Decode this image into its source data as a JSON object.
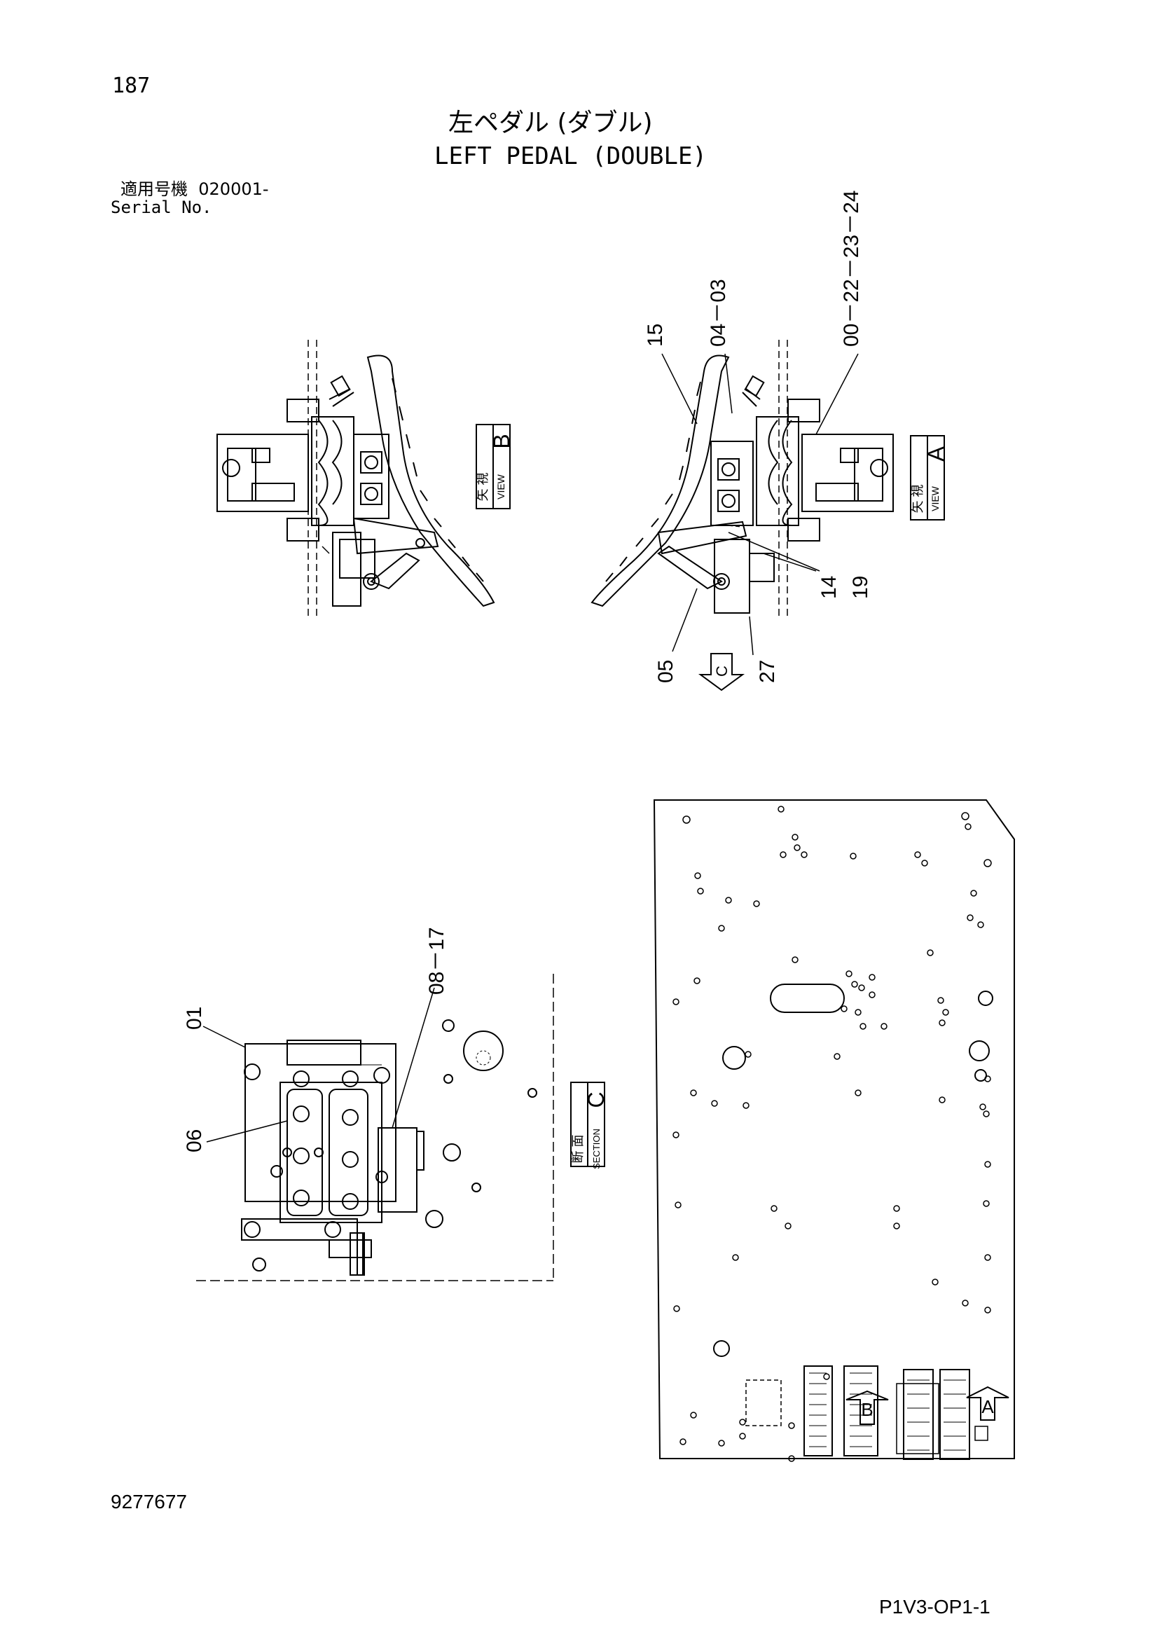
{
  "header": {
    "page_number": "187",
    "title_jp": "左ペダル (ダブル)",
    "title_en": "LEFT PEDAL (DOUBLE)",
    "serial_label_jp": "適用号機",
    "serial_value": "020001-",
    "serial_label_en": "Serial No."
  },
  "views": {
    "view_b": {
      "letter": "B",
      "label_jp": "矢 視",
      "label_en": "VIEW"
    },
    "view_a": {
      "letter": "A",
      "label_jp": "矢 視",
      "label_en": "VIEW"
    },
    "section_c": {
      "letter": "C",
      "label_jp": "断 面",
      "label_en": "SECTION"
    }
  },
  "callouts": {
    "c15": "15",
    "c04_03": "04－03",
    "c00_24": "00－22－23－24",
    "c14": "14",
    "c19": "19",
    "c05": "05",
    "c27": "27",
    "c01": "01",
    "c06": "06",
    "c08_17": "08－17",
    "arrow_c": "C",
    "arrow_b": "B",
    "arrow_a": "A"
  },
  "footer": {
    "doc_number": "9277677",
    "page_code": "P1V3-OP1-1"
  }
}
